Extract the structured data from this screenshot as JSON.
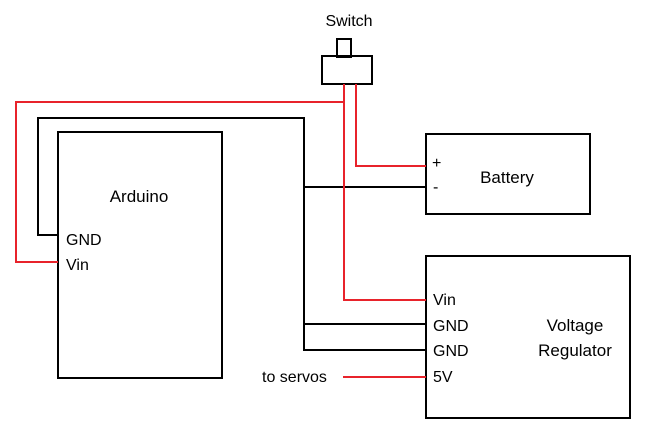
{
  "colors": {
    "wire_power": "#e8232b",
    "wire_ground": "#000000",
    "outline": "#000000",
    "background": "#ffffff"
  },
  "switch": {
    "label": "Switch"
  },
  "arduino": {
    "label": "Arduino",
    "pin_gnd": "GND",
    "pin_vin": "Vin"
  },
  "battery": {
    "label": "Battery",
    "plus": "+",
    "minus": "-"
  },
  "regulator": {
    "label_line1": "Voltage",
    "label_line2": "Regulator",
    "pin_vin": "Vin",
    "pin_gnd1": "GND",
    "pin_gnd2": "GND",
    "pin_5v": "5V"
  },
  "servos": {
    "label": "to servos"
  }
}
